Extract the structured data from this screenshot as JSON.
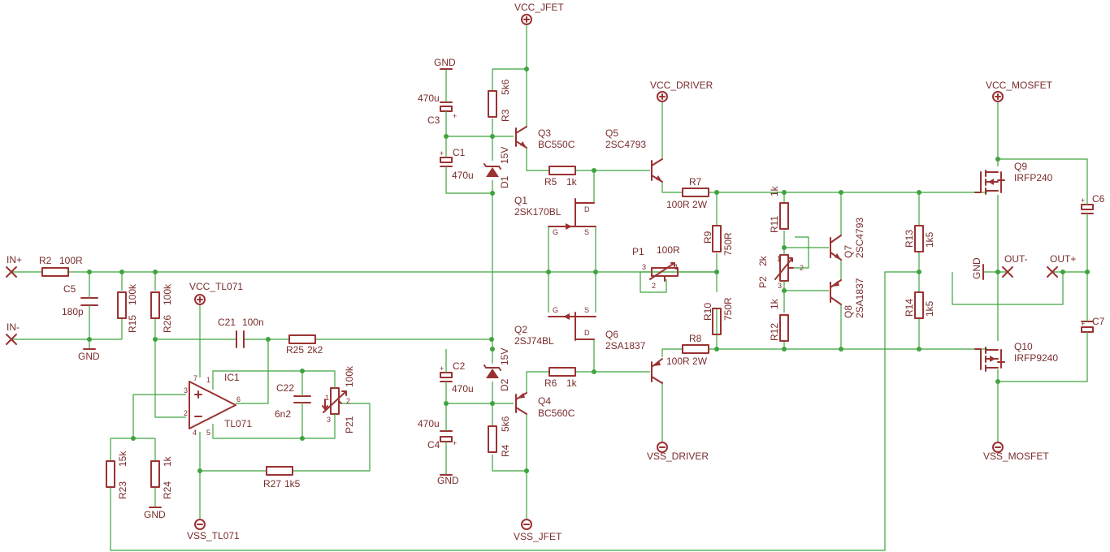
{
  "supplies": {
    "vcc_jfet": "VCC_JFET",
    "vss_jfet": "VSS_JFET",
    "vcc_driver": "VCC_DRIVER",
    "vss_driver": "VSS_DRIVER",
    "vcc_mosfet": "VCC_MOSFET",
    "vss_mosfet": "VSS_MOSFET",
    "vcc_tl071": "VCC_TL071",
    "vss_tl071": "VSS_TL071",
    "gnd": "GND"
  },
  "ports": {
    "in_plus": "IN+",
    "in_minus": "IN-",
    "out_minus": "OUT-",
    "out_plus": "OUT+"
  },
  "parts": {
    "R2": {
      "name": "R2",
      "value": "100R"
    },
    "C5": {
      "name": "C5",
      "value": "180p"
    },
    "R15": {
      "name": "R15",
      "value": "100k"
    },
    "R26": {
      "name": "R26",
      "value": "100k"
    },
    "C21": {
      "name": "C21",
      "value": "100n"
    },
    "R25": {
      "name": "R25",
      "value": "2k2"
    },
    "IC1": {
      "name": "IC1",
      "value": "TL071"
    },
    "C22": {
      "name": "C22",
      "value": "6n2"
    },
    "P21": {
      "name": "P21",
      "value": "100k"
    },
    "R23": {
      "name": "R23",
      "value": "15k"
    },
    "R24": {
      "name": "R24",
      "value": "1k"
    },
    "R27": {
      "name": "R27",
      "value": "1k5"
    },
    "C3": {
      "name": "C3",
      "value": "470u"
    },
    "C1": {
      "name": "C1",
      "value": "470u"
    },
    "R3": {
      "name": "R3",
      "value": "5k6"
    },
    "D1": {
      "name": "D1",
      "value": "15V"
    },
    "Q3": {
      "name": "Q3",
      "value": "BC550C"
    },
    "R5": {
      "name": "R5",
      "value": "1k"
    },
    "Q1": {
      "name": "Q1",
      "value": "2SK170BL"
    },
    "Q2": {
      "name": "Q2",
      "value": "2SJ74BL"
    },
    "C2": {
      "name": "C2",
      "value": "470u"
    },
    "C4": {
      "name": "C4",
      "value": "470u"
    },
    "D2": {
      "name": "D2",
      "value": "15V"
    },
    "R6": {
      "name": "R6",
      "value": "1k"
    },
    "Q4": {
      "name": "Q4",
      "value": "BC560C"
    },
    "R4": {
      "name": "R4",
      "value": "5k6"
    },
    "Q5": {
      "name": "Q5",
      "value": "2SC4793"
    },
    "Q6": {
      "name": "Q6",
      "value": "2SA1837"
    },
    "R7": {
      "name": "R7",
      "value": "100R 2W"
    },
    "R8": {
      "name": "R8",
      "value": "100R 2W"
    },
    "P1": {
      "name": "P1",
      "value": "100R"
    },
    "R9": {
      "name": "R9",
      "value": "750R"
    },
    "R10": {
      "name": "R10",
      "value": "750R"
    },
    "R11": {
      "name": "R11",
      "value": "1k"
    },
    "P2": {
      "name": "P2",
      "value": "2k"
    },
    "R12": {
      "name": "R12",
      "value": "1k"
    },
    "Q7": {
      "name": "Q7",
      "value": "2SC4793"
    },
    "Q8": {
      "name": "Q8",
      "value": "2SA1837"
    },
    "R13": {
      "name": "R13",
      "value": "1k5"
    },
    "R14": {
      "name": "R14",
      "value": "1k5"
    },
    "Q9": {
      "name": "Q9",
      "value": "IRFP240"
    },
    "Q10": {
      "name": "Q10",
      "value": "IRFP9240"
    },
    "C6": {
      "name": "C6"
    },
    "C7": {
      "name": "C7"
    }
  },
  "pins": {
    "g": "G",
    "s": "S",
    "d": "D",
    "p1": "1",
    "p2": "2",
    "p3": "3",
    "p6": "6",
    "p7": "7",
    "p4": "4",
    "p5": "5"
  },
  "colors": {
    "wire": "#3fa33f",
    "component": "#9b3232",
    "text": "#7a2c2c",
    "background": "#ffffff"
  }
}
